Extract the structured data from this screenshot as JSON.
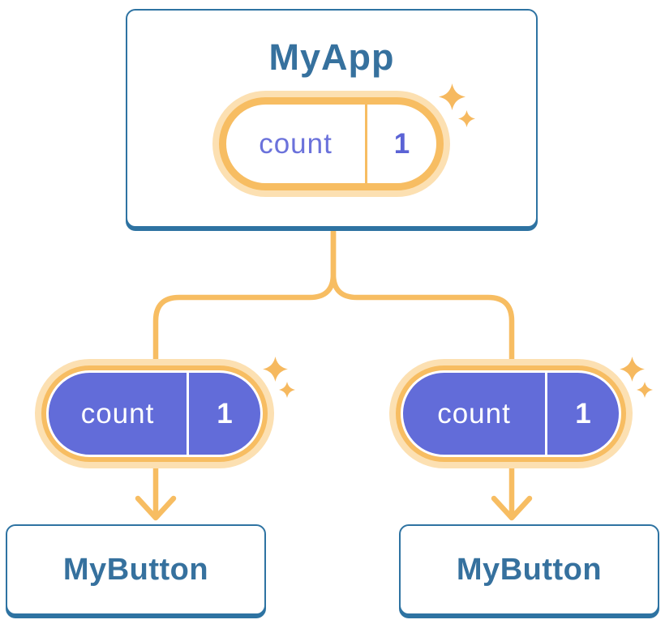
{
  "diagram": {
    "parent": {
      "title": "MyApp",
      "pill": {
        "label": "count",
        "value": "1"
      }
    },
    "children": [
      {
        "pill": {
          "label": "count",
          "value": "1"
        },
        "label": "MyButton"
      },
      {
        "pill": {
          "label": "count",
          "value": "1"
        },
        "label": "MyButton"
      }
    ]
  },
  "icons": {
    "sparkle": "✦",
    "arrowhead": "v"
  },
  "colors": {
    "background": "#ffffff",
    "node_border_blue": "#2E73A2",
    "node_text_blue": "#36719E",
    "connector_orange": "#F7BD62",
    "pill_glow": "#FCE0B2",
    "pill_purple_fill": "#626CD9",
    "pill_label_purple": "#6B72DB",
    "pill_value_purple": "#5B63D5",
    "pill_text_white": "#ffffff"
  }
}
